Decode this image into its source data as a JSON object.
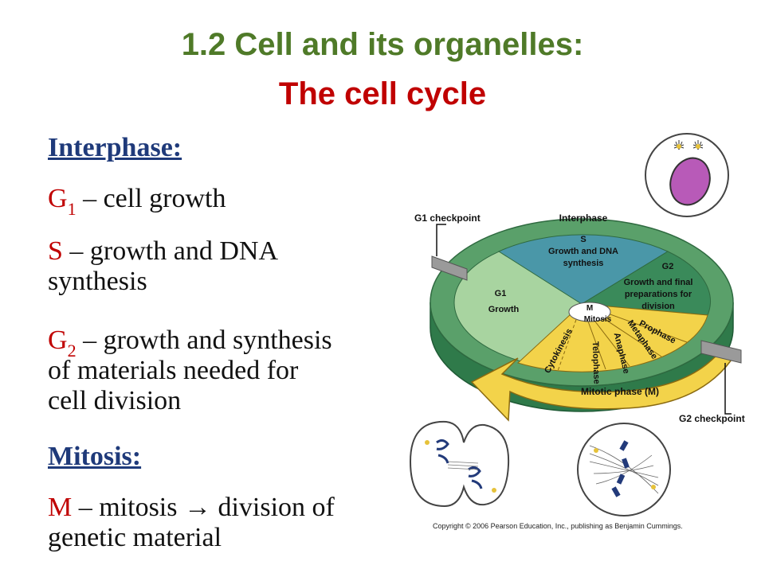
{
  "title": "1.2 Cell and its organelles:",
  "subtitle": "The cell cycle",
  "text": {
    "interphase_heading": "Interphase:",
    "g1_label": "G",
    "g1_sub": "1",
    "g1_desc": " – cell growth",
    "s_label": "S",
    "s_desc_1": " – growth and DNA",
    "s_desc_2": "synthesis",
    "g2_label": "G",
    "g2_sub": "2",
    "g2_desc_1": " – growth and synthesis",
    "g2_desc_2": "of materials needed for",
    "g2_desc_3": "cell division",
    "mitosis_heading": "Mitosis:",
    "m_label": "M",
    "m_desc_1": " – mitosis ",
    "m_arrow": "→",
    "m_desc_2": " division of",
    "m_desc_3": "genetic material"
  },
  "diagram": {
    "g1_checkpoint": "G1 checkpoint",
    "g2_checkpoint": "G2 checkpoint",
    "interphase": "Interphase",
    "s_title": "S",
    "s_line1": "Growth and DNA",
    "s_line2": "synthesis",
    "g1_title": "G1",
    "g1_growth": "Growth",
    "g2_title": "G2",
    "g2_line1": "Growth and final",
    "g2_line2": "preparations for",
    "g2_line3": "division",
    "m_title": "M",
    "mitosis": "Mitosis",
    "prophase": "Prophase",
    "metaphase": "Metaphase",
    "anaphase": "Anaphase",
    "telophase": "Telophase",
    "cytokinesis": "Cytokinesis",
    "mitotic_phase": "Mitotic phase (M)",
    "copyright": "Copyright © 2006 Pearson Education, Inc., publishing as Benjamin Cummings."
  },
  "colors": {
    "title_green": "#4f7a28",
    "title_red": "#c00000",
    "heading_blue": "#1f3a7a",
    "ring_green": "#5aa06a",
    "s_blue": "#4a97a8",
    "g1_light": "#a8d4a0",
    "g2_green": "#3a8a5a",
    "mitotic_yellow": "#f3d34a"
  }
}
